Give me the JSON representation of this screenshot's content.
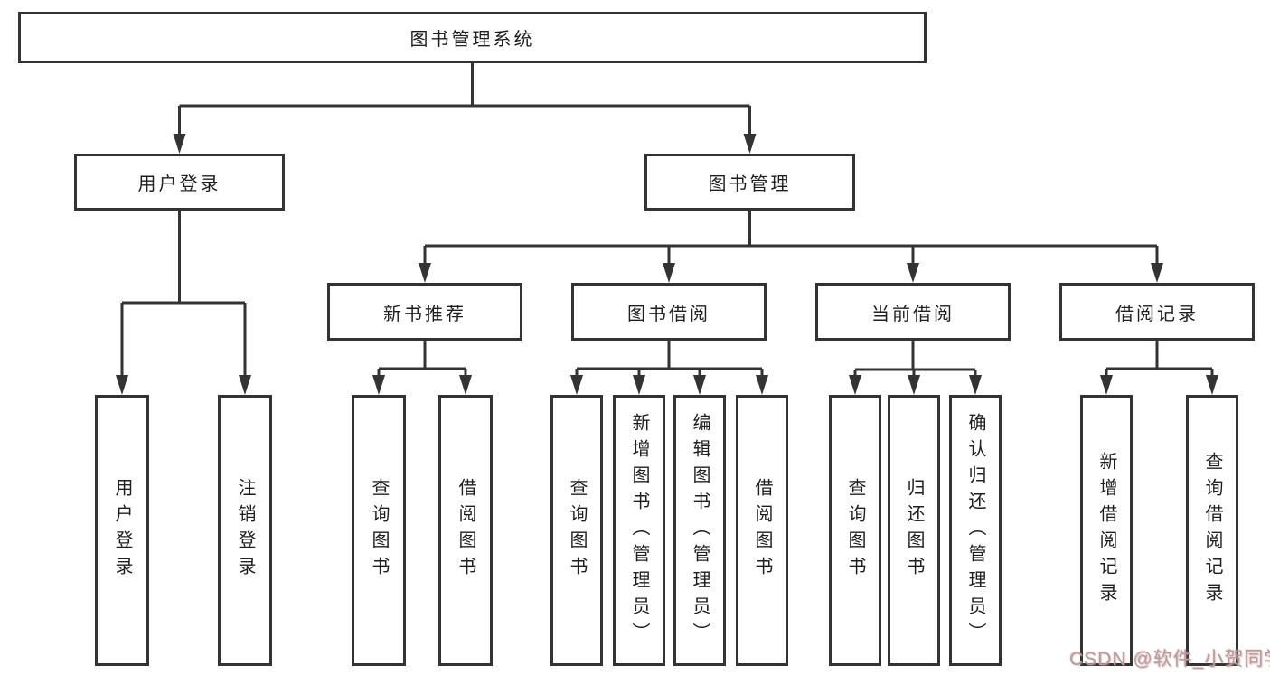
{
  "colors": {
    "line": "#333333",
    "box_border": "#333333",
    "text": "#1f1f1f",
    "background": "#ffffff",
    "watermark_text": "#a9a2a2"
  },
  "nodes": {
    "root": "图书管理系统",
    "level2": {
      "user_login": "用户登录",
      "book_mgmt": "图书管理"
    },
    "level3": {
      "new_book": "新书推荐",
      "borrow": "图书借阅",
      "current": "当前借阅",
      "records": "借阅记录"
    },
    "leaves": {
      "user_login_1": "用户登录",
      "user_login_2": "注销登录",
      "new_book_1": "查询图书",
      "new_book_2": "借阅图书",
      "borrow_1": "查询图书",
      "borrow_2": "新增图书（管理员）",
      "borrow_3": "编辑图书（管理员）",
      "borrow_4": "借阅图书",
      "current_1": "查询图书",
      "current_2": "归还图书",
      "current_3": "确认归还（管理员）",
      "records_1": "新增借阅记录",
      "records_2": "查询借阅记录"
    }
  },
  "watermark": "CSDN @软件_小贺同学"
}
